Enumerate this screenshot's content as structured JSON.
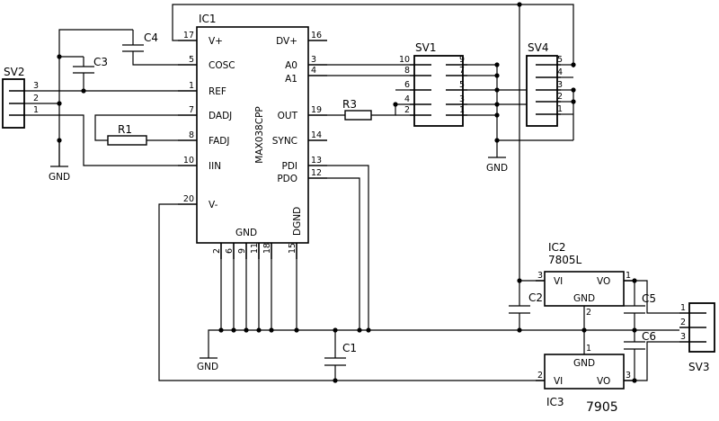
{
  "ic1": {
    "ref": "IC1",
    "part": "MAX038CPP",
    "left_pins": [
      {
        "num": "17",
        "label": "V+"
      },
      {
        "num": "5",
        "label": "COSC"
      },
      {
        "num": "1",
        "label": "REF"
      },
      {
        "num": "7",
        "label": "DADJ"
      },
      {
        "num": "8",
        "label": "FADJ"
      },
      {
        "num": "10",
        "label": "IIN"
      },
      {
        "num": "20",
        "label": "V-"
      }
    ],
    "right_pins": [
      {
        "num": "16",
        "label": "DV+"
      },
      {
        "num": "3",
        "label": "A0"
      },
      {
        "num": "4",
        "label": "A1"
      },
      {
        "num": "19",
        "label": "OUT"
      },
      {
        "num": "14",
        "label": "SYNC"
      },
      {
        "num": "13",
        "label": "PDI"
      },
      {
        "num": "12",
        "label": "PDO"
      }
    ],
    "bottom_pins": [
      "2",
      "6",
      "9",
      "11",
      "18",
      "15"
    ],
    "gnd_label": "GND",
    "dgnd_label": "DGND"
  },
  "components": {
    "c1": "C1",
    "c2": "C2",
    "c3": "C3",
    "c4": "C4",
    "c5": "C5",
    "c6": "C6",
    "r1": "R1",
    "r3": "R3"
  },
  "ic2": {
    "ref": "IC2",
    "part": "7805L",
    "vi": "VI",
    "vo": "VO",
    "gnd": "GND",
    "pin_vi": "3",
    "pin_vo": "1",
    "pin_gnd": "2"
  },
  "ic3": {
    "ref": "IC3",
    "part": "7905",
    "vi": "VI",
    "vo": "VO",
    "gnd": "GND",
    "pin_vi": "2",
    "pin_vo": "3",
    "pin_gnd": "1"
  },
  "sv1": {
    "ref": "SV1",
    "left": [
      "10",
      "8",
      "6",
      "4",
      "2"
    ],
    "right": [
      "9",
      "7",
      "5",
      "3",
      "1"
    ]
  },
  "sv2": {
    "ref": "SV2",
    "pins": [
      "3",
      "2",
      "1"
    ]
  },
  "sv3": {
    "ref": "SV3",
    "pins": [
      "1",
      "2",
      "3"
    ]
  },
  "sv4": {
    "ref": "SV4",
    "pins": [
      "5",
      "4",
      "3",
      "2",
      "1"
    ]
  },
  "gnd": "GND"
}
